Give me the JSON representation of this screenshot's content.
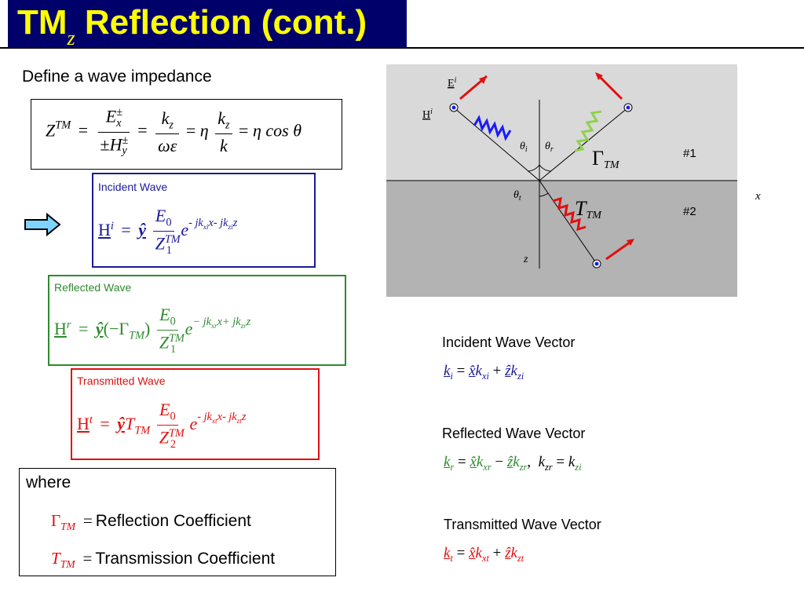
{
  "title": {
    "main": "TM",
    "sub": "z",
    "rest": " Reflection (cont.)"
  },
  "intro": "Define a wave impedance",
  "impedance": {
    "Z": "Z",
    "TM": "TM",
    "eq": "=",
    "E": "E",
    "x": "x",
    "pm": "±",
    "H": "H",
    "y": "y",
    "kz": "k",
    "z": "z",
    "we": "ωε",
    "eta": "η",
    "k": "k",
    "cos": "η cos θ"
  },
  "incident": {
    "label": "Incident Wave",
    "H": "H",
    "sup": "i",
    "eq": "=",
    "yhat": "ŷ",
    "E0": "E",
    "zero": "0",
    "Z": "Z",
    "TM": "TM",
    "one": "1",
    "exp": "e",
    "pow": "- jk",
    "xi": "xi",
    "x": "x",
    "pow2": "- jk",
    "zi": "zi",
    "z": "z"
  },
  "reflected": {
    "label": "Reflected Wave",
    "H": "H",
    "sup": "r",
    "eq": "=",
    "yhat": "ŷ",
    "lp": "(",
    "minus": "−Γ",
    "TM": "TM",
    "rp": ")",
    "E0": "E",
    "zero": "0",
    "Z": "Z",
    "one": "1",
    "exp": "e",
    "pow": "− jk",
    "xr": "xr",
    "x": "x",
    "pow2": "+ jk",
    "zr": "zr",
    "z": "z"
  },
  "transmitted": {
    "label": "Transmitted Wave",
    "H": "H",
    "sup": "t",
    "eq": "=",
    "yhat": "ŷ",
    "T": "T",
    "TM": "TM",
    "E0": "E",
    "zero": "0",
    "Z": "Z",
    "two": "2",
    "exp": "e",
    "pow": "- jk",
    "xt": "xt",
    "x": "x",
    "pow2": "- jk",
    "zt": "zt",
    "z": "z"
  },
  "where": {
    "heading": "where",
    "gamma": "Γ",
    "gamma_sub": "TM",
    "eq": "=",
    "gamma_text": "Reflection Coefficient",
    "T": "T",
    "T_sub": "TM",
    "T_text": "Transmission Coefficient"
  },
  "vectors": {
    "incident_label": "Incident Wave Vector",
    "reflected_label": "Reflected Wave Vector",
    "transmitted_label": "Transmitted  Wave Vector"
  },
  "diagram": {
    "Ei": "E",
    "Ei_sup": "i",
    "Hi": "H",
    "Hi_sup": "i",
    "theta": "θ",
    "ti": "i",
    "tr": "r",
    "tt": "t",
    "gamma": "Γ",
    "gamma_sub": "TM",
    "T": "T",
    "T_sub": "TM",
    "region1": "#1",
    "region2": "#2",
    "x": "x",
    "z": "z"
  },
  "colors": {
    "title_bg": "#00006b",
    "title_fg": "#ffff00",
    "incident": "#1a1a9a",
    "reflected": "#2e8b2e",
    "transmitted": "#e01010"
  }
}
